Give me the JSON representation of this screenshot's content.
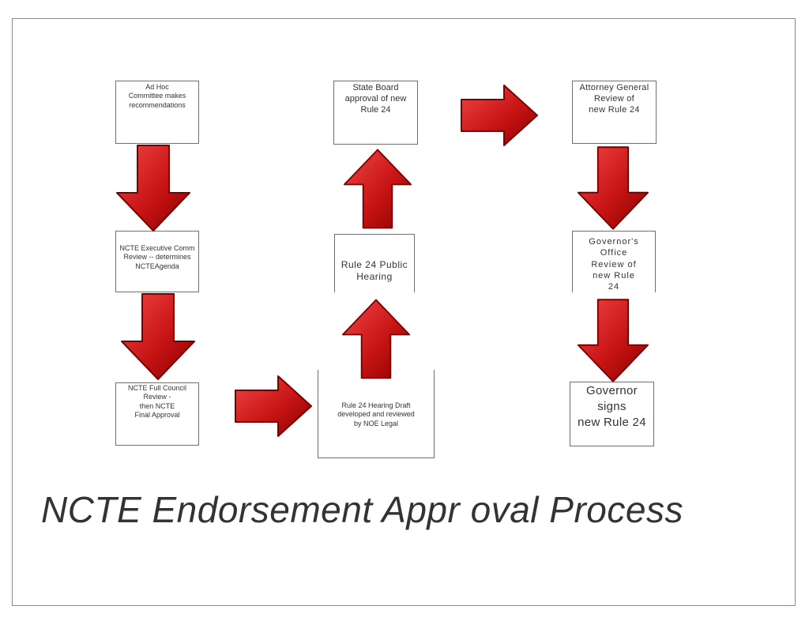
{
  "colors": {
    "arrow_light": "#f03a3a",
    "arrow_mid": "#c41010",
    "arrow_dark": "#7a0000",
    "box_border": "#6f6f6f",
    "text": "#333333"
  },
  "boxes": {
    "adhoc": "Ad Hoc\nCommittee makes\nrecommendations",
    "executive": "NCTE Executive Comm\nReview  -- determines\nNCTEAgenda",
    "full_council": "NCTE Full Council\nReview  -\nthen NCTE\nFinal Approval",
    "hearing_draft": "Rule 24 Hearing Draft\ndeveloped and reviewed\nby NOE Legal",
    "public_hearing": "Rule 24 Public\nHearing",
    "state_board": "State Board\napproval of new\nRule 24",
    "attorney_general": "Attorney General\nReview of\nnew Rule 24",
    "governors_office": "Governor's\nOffice\nReview of\nnew Rule\n24",
    "governor_signs": "Governor\nsigns\nnew Rule 24"
  },
  "title": "NCTE Endorsement Appr oval Process"
}
